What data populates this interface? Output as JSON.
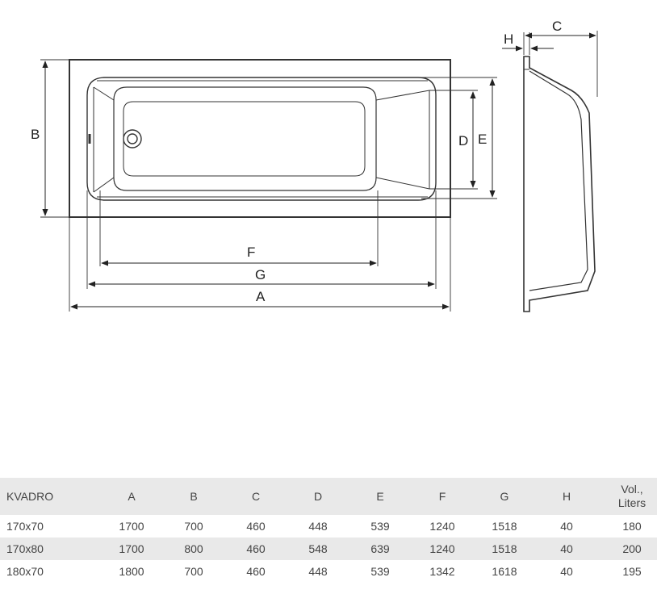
{
  "diagram": {
    "labels": {
      "A": "A",
      "B": "B",
      "C": "C",
      "D": "D",
      "E": "E",
      "F": "F",
      "G": "G",
      "H": "H"
    }
  },
  "table": {
    "headers": [
      "KVADRO",
      "A",
      "B",
      "C",
      "D",
      "E",
      "F",
      "G",
      "H"
    ],
    "vol_header": [
      "Vol.,",
      "Liters"
    ],
    "rows": [
      [
        "170x70",
        "1700",
        "700",
        "460",
        "448",
        "539",
        "1240",
        "1518",
        "40",
        "180"
      ],
      [
        "170x80",
        "1700",
        "800",
        "460",
        "548",
        "639",
        "1240",
        "1518",
        "40",
        "200"
      ],
      [
        "180x70",
        "1800",
        "700",
        "460",
        "448",
        "539",
        "1342",
        "1618",
        "40",
        "195"
      ]
    ]
  }
}
